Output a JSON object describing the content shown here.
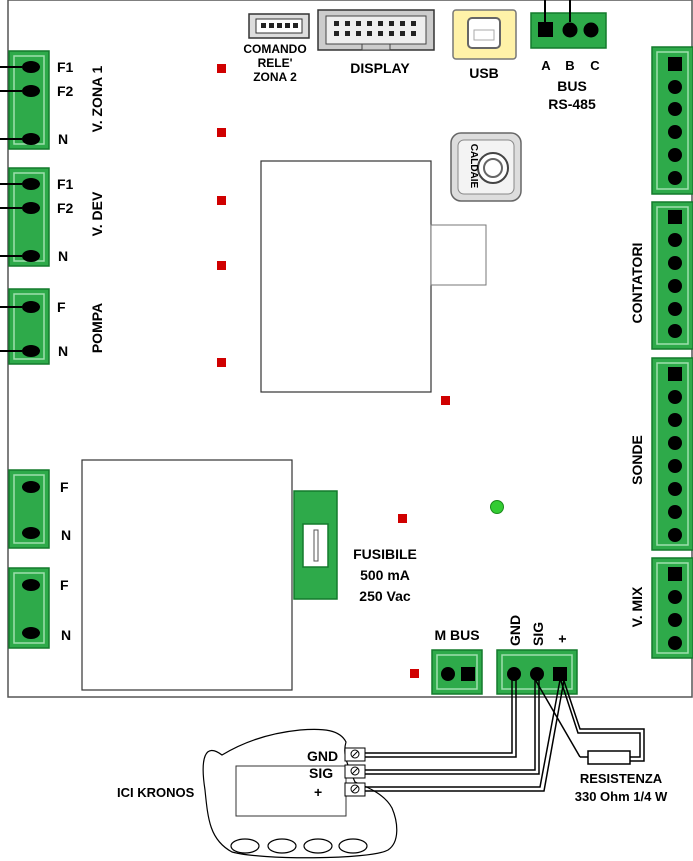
{
  "top": {
    "relay": [
      "COMANDO",
      "RELE'",
      "ZONA 2"
    ],
    "display": "DISPLAY",
    "usb": "USB",
    "bus_pins": [
      "A",
      "B",
      "C"
    ],
    "bus_title": "BUS",
    "bus_sub": "RS-485"
  },
  "left": {
    "zona1": {
      "title": "V. ZONA 1",
      "pins": [
        "F1",
        "F2",
        "N"
      ]
    },
    "dev": {
      "title": "V. DEV",
      "pins": [
        "F1",
        "F2",
        "N"
      ]
    },
    "pompa": {
      "title": "POMPA",
      "pins": [
        "F",
        "N"
      ]
    },
    "power1": {
      "pins": [
        "F",
        "N"
      ]
    },
    "power2": {
      "pins": [
        "F",
        "N"
      ]
    }
  },
  "center": {
    "caldaie": "CALDAIE",
    "fuse": [
      "FUSIBILE",
      "500 mA",
      "250 Vac"
    ]
  },
  "right": {
    "contatori": "CONTATORI",
    "sonde": "SONDE",
    "vmix": "V. MIX"
  },
  "bottom": {
    "mbus": "M BUS",
    "term_pins": [
      "GND",
      "SIG",
      "+"
    ],
    "kronos_label": "ICI KRONOS",
    "kronos_pins": [
      "GND",
      "SIG",
      "+"
    ],
    "resistor": [
      "RESISTENZA",
      "330 Ohm 1/4 W"
    ]
  },
  "colors": {
    "connector": "#2eaa4a",
    "connector_edge": "#137a2c",
    "led_red": "#d00000",
    "led_green": "#33cc33",
    "usb_fill": "#fff2a8"
  }
}
